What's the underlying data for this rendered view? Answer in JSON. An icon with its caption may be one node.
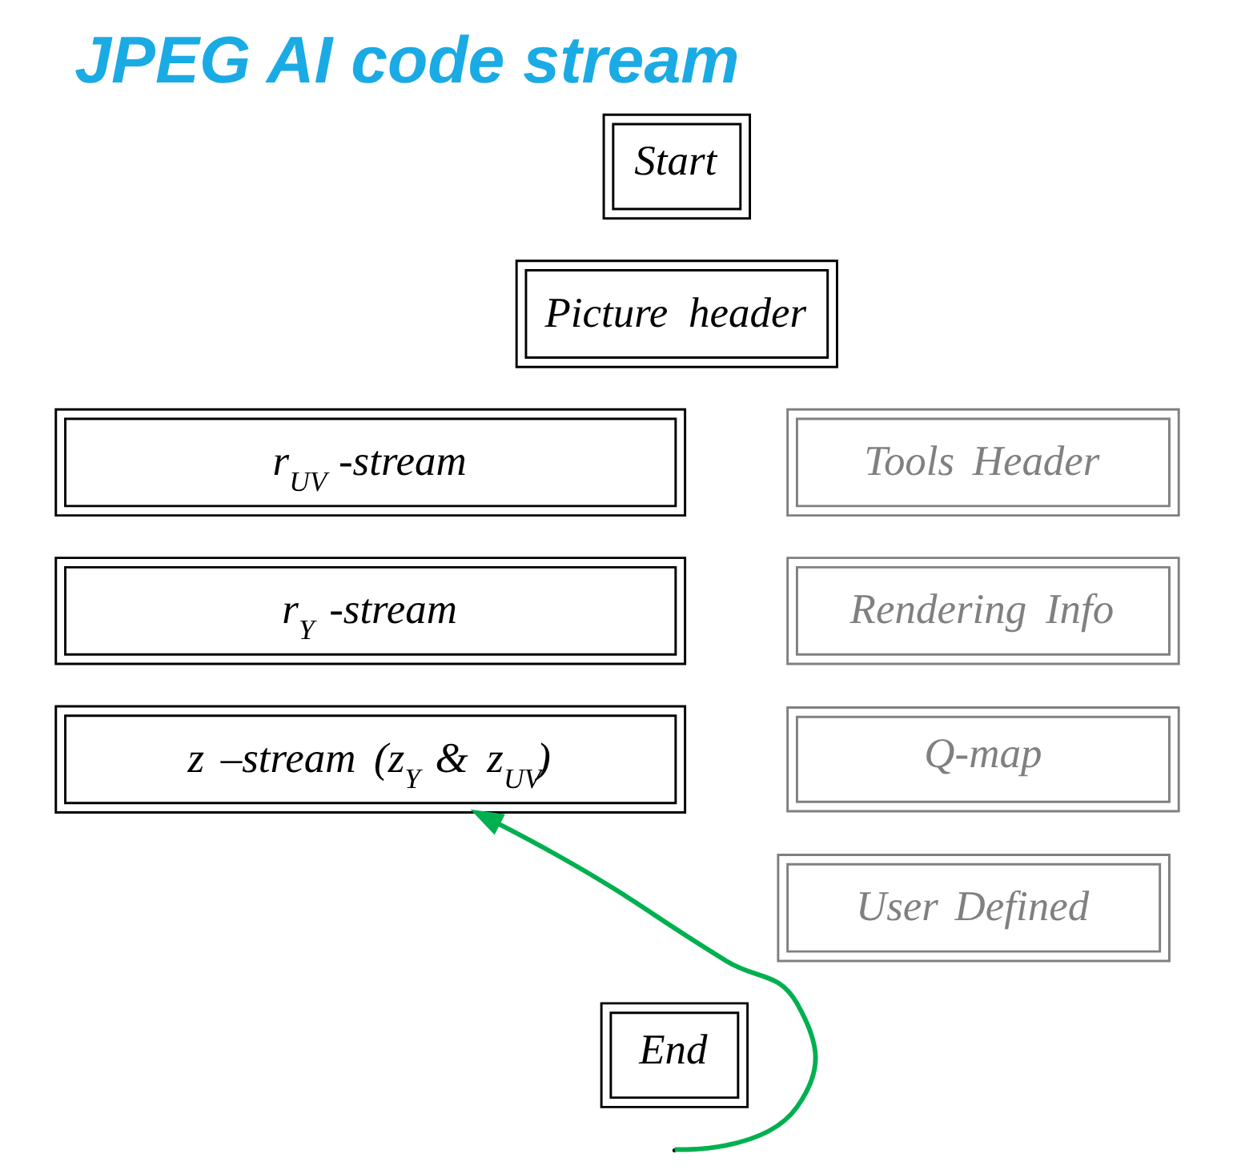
{
  "diagram": {
    "title": "JPEG AI code stream",
    "nodes": [
      {
        "text": [
          "Start"
        ]
      },
      {
        "text": [
          "Picture header"
        ]
      },
      {
        "text": [
          "r$_{UV}$ -stream"
        ]
      },
      {
        "text": [
          "Tools Header"
        ]
      },
      {
        "text": [
          "r$_{Y}$ -stream"
        ]
      },
      {
        "text": [
          "Rendering Info"
        ]
      },
      {
        "text": [
          "z –stream (z$_{Y}$ & z$_{UV}$)"
        ]
      },
      {
        "text": [
          "Q-map"
        ]
      },
      {
        "text": [
          "User Defined"
        ]
      },
      {
        "text": [
          "End"
        ]
      }
    ],
    "edges": [
      {
        "from": null,
        "to": 6,
        "arrow": "to",
        "color": "#00b050"
      }
    ]
  }
}
